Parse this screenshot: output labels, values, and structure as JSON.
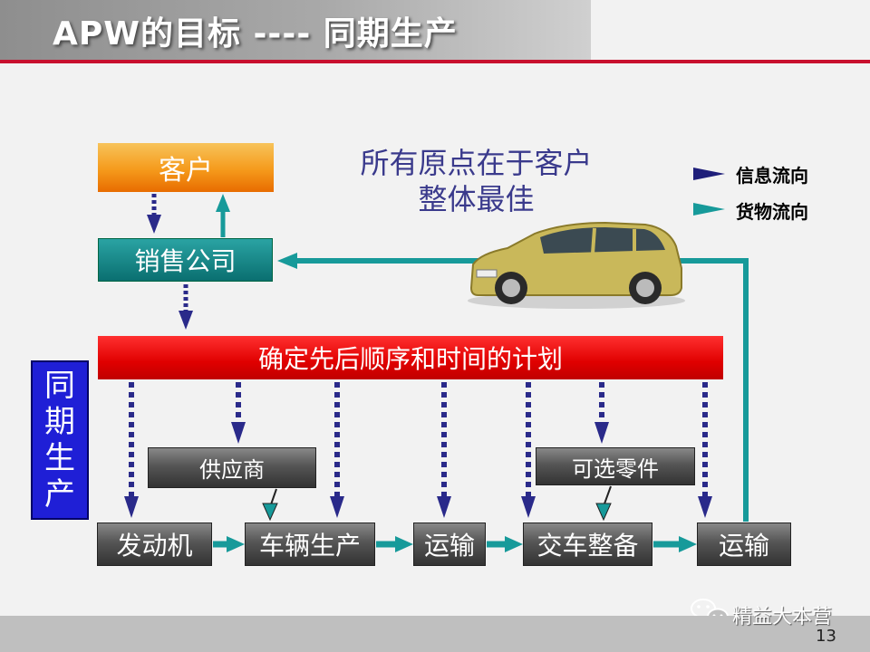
{
  "title": "APW的目标 ---- 同期生产",
  "motto": [
    "所有原点在于客户",
    "整体最佳"
  ],
  "legend": [
    {
      "label": "信息流向",
      "color": "#1f1f7a"
    },
    {
      "label": "货物流向",
      "color": "#179a9a"
    }
  ],
  "boxes": {
    "customer": "客户",
    "sales": "销售公司",
    "plan": "确定先后顺序和时间的计划",
    "sync": [
      "同",
      "期",
      "生",
      "产"
    ],
    "supplier": "供应商",
    "options": "可选零件",
    "engine": "发动机",
    "vehicle_production": "车辆生产",
    "transport_1": "运输",
    "delivery_prep": "交车整备",
    "transport_2": "运输"
  },
  "colors": {
    "header_line": "#c8102e",
    "info_arrow": "#2a2a8a",
    "goods_arrow": "#179a9a",
    "sync_box": "#1f1fd6"
  },
  "footer": {
    "brand": "精益大本营",
    "page_number": "13"
  }
}
